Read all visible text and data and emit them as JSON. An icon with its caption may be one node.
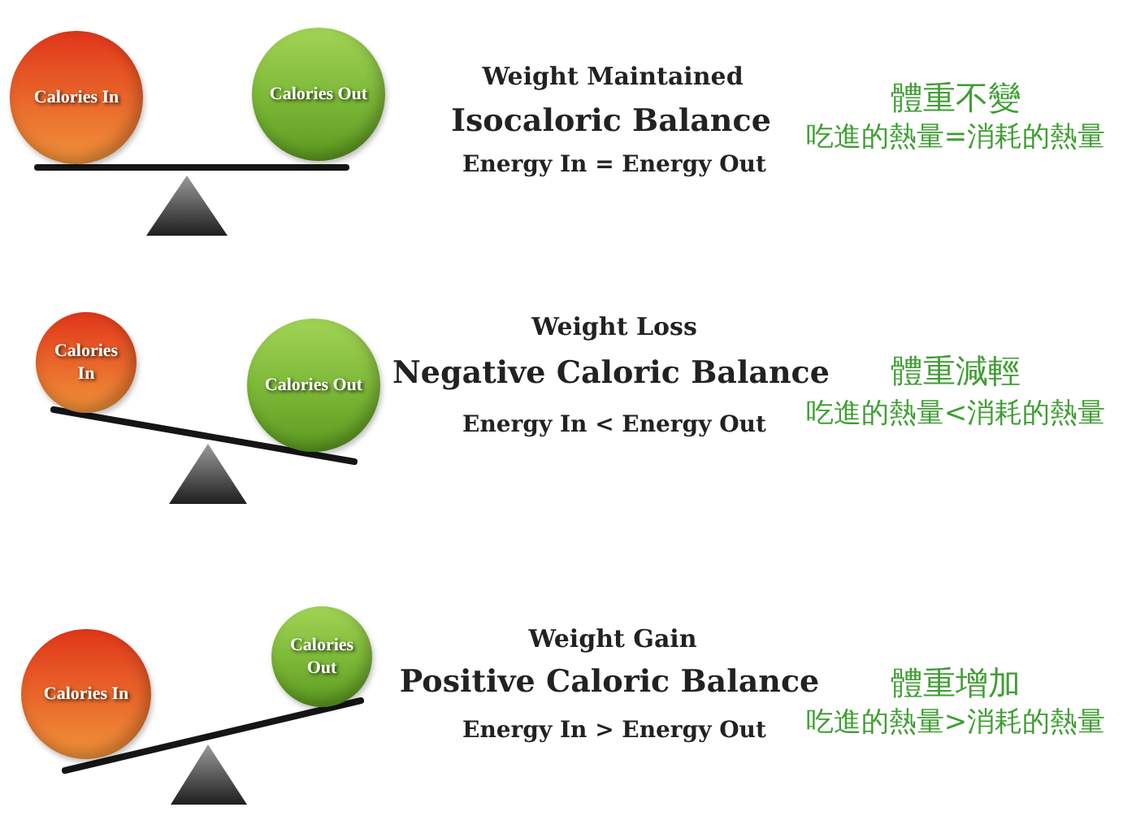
{
  "diagram": {
    "nodes": [
      {
        "text": [
          "Calories In"
        ]
      },
      {
        "text": [
          "Calories Out"
        ]
      },
      {
        "text": [
          "Calories In"
        ]
      },
      {
        "text": [
          "Calories Out"
        ]
      },
      {
        "text": [
          "Calories In"
        ]
      },
      {
        "text": [
          "Calories Out"
        ]
      }
    ],
    "labels": [
      "Weight Maintained",
      "Isocaloric Balance",
      "Energy In = Energy Out",
      "體重不變",
      "吃進的熱量=消耗的熱量",
      "Weight Loss",
      "Negative Caloric Balance",
      "Energy In < Energy Out",
      "體重減輕",
      "吃進的熱量<消耗的熱量",
      "Weight Gain",
      "Positive Caloric Balance",
      "Energy In > Energy Out",
      "體重增加",
      "吃進的熱量>消耗的熱量"
    ]
  }
}
